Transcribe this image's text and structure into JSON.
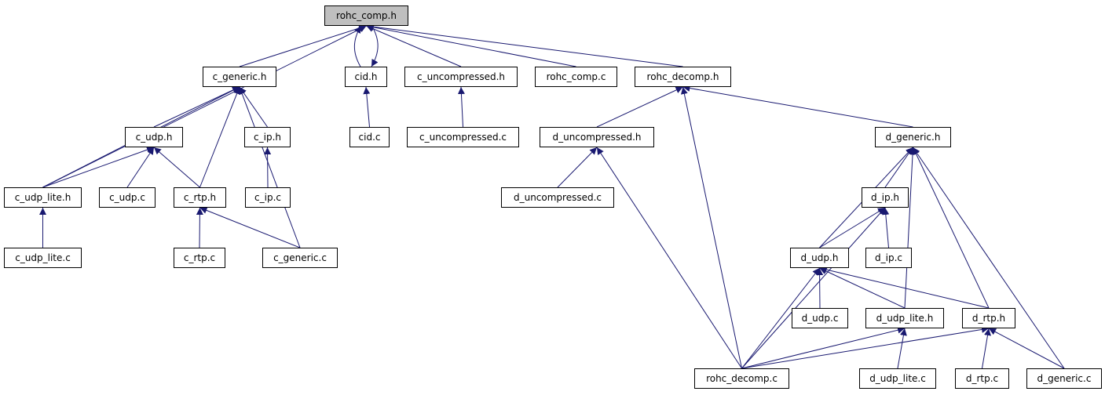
{
  "colors": {
    "edge": "#191970",
    "root_fill": "#bfbfbf",
    "node_fill": "#ffffff",
    "border": "#000000"
  },
  "nodes": {
    "rohc_comp_h": "rohc_comp.h",
    "c_generic_h": "c_generic.h",
    "cid_h": "cid.h",
    "c_uncompressed_h": "c_uncompressed.h",
    "rohc_comp_c": "rohc_comp.c",
    "rohc_decomp_h": "rohc_decomp.h",
    "c_udp_h": "c_udp.h",
    "c_ip_h": "c_ip.h",
    "cid_c": "cid.c",
    "c_uncompressed_c": "c_uncompressed.c",
    "d_uncompressed_h": "d_uncompressed.h",
    "d_generic_h": "d_generic.h",
    "c_udp_lite_h": "c_udp_lite.h",
    "c_udp_c": "c_udp.c",
    "c_rtp_h": "c_rtp.h",
    "c_ip_c": "c_ip.c",
    "d_uncompressed_c": "d_uncompressed.c",
    "d_ip_h": "d_ip.h",
    "c_udp_lite_c": "c_udp_lite.c",
    "c_rtp_c": "c_rtp.c",
    "c_generic_c": "c_generic.c",
    "d_udp_h": "d_udp.h",
    "d_ip_c": "d_ip.c",
    "d_udp_c": "d_udp.c",
    "d_udp_lite_h": "d_udp_lite.h",
    "d_rtp_h": "d_rtp.h",
    "rohc_decomp_c": "rohc_decomp.c",
    "d_udp_lite_c": "d_udp_lite.c",
    "d_rtp_c": "d_rtp.c",
    "d_generic_c": "d_generic.c"
  },
  "edges": [
    [
      "c_generic_h",
      "rohc_comp_h"
    ],
    [
      "cid_h",
      "rohc_comp_h"
    ],
    [
      "rohc_comp_h",
      "cid_h"
    ],
    [
      "c_uncompressed_h",
      "rohc_comp_h"
    ],
    [
      "rohc_comp_c",
      "rohc_comp_h"
    ],
    [
      "rohc_decomp_h",
      "rohc_comp_h"
    ],
    [
      "c_udp_lite_h",
      "rohc_comp_h"
    ],
    [
      "c_udp_h",
      "c_generic_h"
    ],
    [
      "c_ip_h",
      "c_generic_h"
    ],
    [
      "c_rtp_h",
      "c_generic_h"
    ],
    [
      "c_udp_lite_h",
      "c_generic_h"
    ],
    [
      "c_generic_c",
      "c_generic_h"
    ],
    [
      "c_udp_lite_h",
      "c_udp_h"
    ],
    [
      "c_udp_c",
      "c_udp_h"
    ],
    [
      "c_rtp_h",
      "c_udp_h"
    ],
    [
      "c_ip_c",
      "c_ip_h"
    ],
    [
      "c_udp_lite_c",
      "c_udp_lite_h"
    ],
    [
      "c_rtp_c",
      "c_rtp_h"
    ],
    [
      "c_generic_c",
      "c_rtp_h"
    ],
    [
      "cid_c",
      "cid_h"
    ],
    [
      "c_uncompressed_c",
      "c_uncompressed_h"
    ],
    [
      "d_uncompressed_h",
      "rohc_decomp_h"
    ],
    [
      "rohc_decomp_c",
      "rohc_decomp_h"
    ],
    [
      "d_generic_h",
      "rohc_decomp_h"
    ],
    [
      "d_uncompressed_c",
      "d_uncompressed_h"
    ],
    [
      "rohc_decomp_c",
      "d_uncompressed_h"
    ],
    [
      "d_ip_h",
      "d_generic_h"
    ],
    [
      "d_udp_h",
      "d_generic_h"
    ],
    [
      "d_udp_lite_h",
      "d_generic_h"
    ],
    [
      "d_rtp_h",
      "d_generic_h"
    ],
    [
      "d_generic_c",
      "d_generic_h"
    ],
    [
      "d_udp_h",
      "d_ip_h"
    ],
    [
      "d_ip_c",
      "d_ip_h"
    ],
    [
      "rohc_decomp_c",
      "d_ip_h"
    ],
    [
      "d_udp_c",
      "d_udp_h"
    ],
    [
      "d_udp_lite_h",
      "d_udp_h"
    ],
    [
      "d_rtp_h",
      "d_udp_h"
    ],
    [
      "rohc_decomp_c",
      "d_udp_h"
    ],
    [
      "rohc_decomp_c",
      "d_udp_lite_h"
    ],
    [
      "d_udp_lite_c",
      "d_udp_lite_h"
    ],
    [
      "rohc_decomp_c",
      "d_rtp_h"
    ],
    [
      "d_rtp_c",
      "d_rtp_h"
    ],
    [
      "d_generic_c",
      "d_rtp_h"
    ]
  ]
}
